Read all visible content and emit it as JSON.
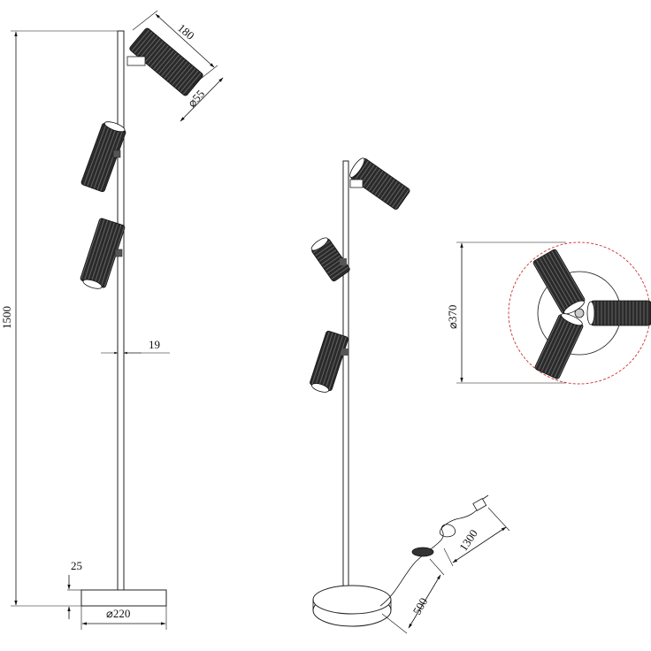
{
  "dimensions": {
    "total_height": "1500",
    "shade_length": "180",
    "shade_diameter": "⌀55",
    "pole_width": "19",
    "base_thickness": "25",
    "base_diameter": "⌀220",
    "head_diameter": "⌀370",
    "cable_length": "1300",
    "switch_distance": "500"
  },
  "colors": {
    "shade": "#2a2a2a",
    "line": "#111111",
    "circle_dashed": "#cc3333"
  }
}
